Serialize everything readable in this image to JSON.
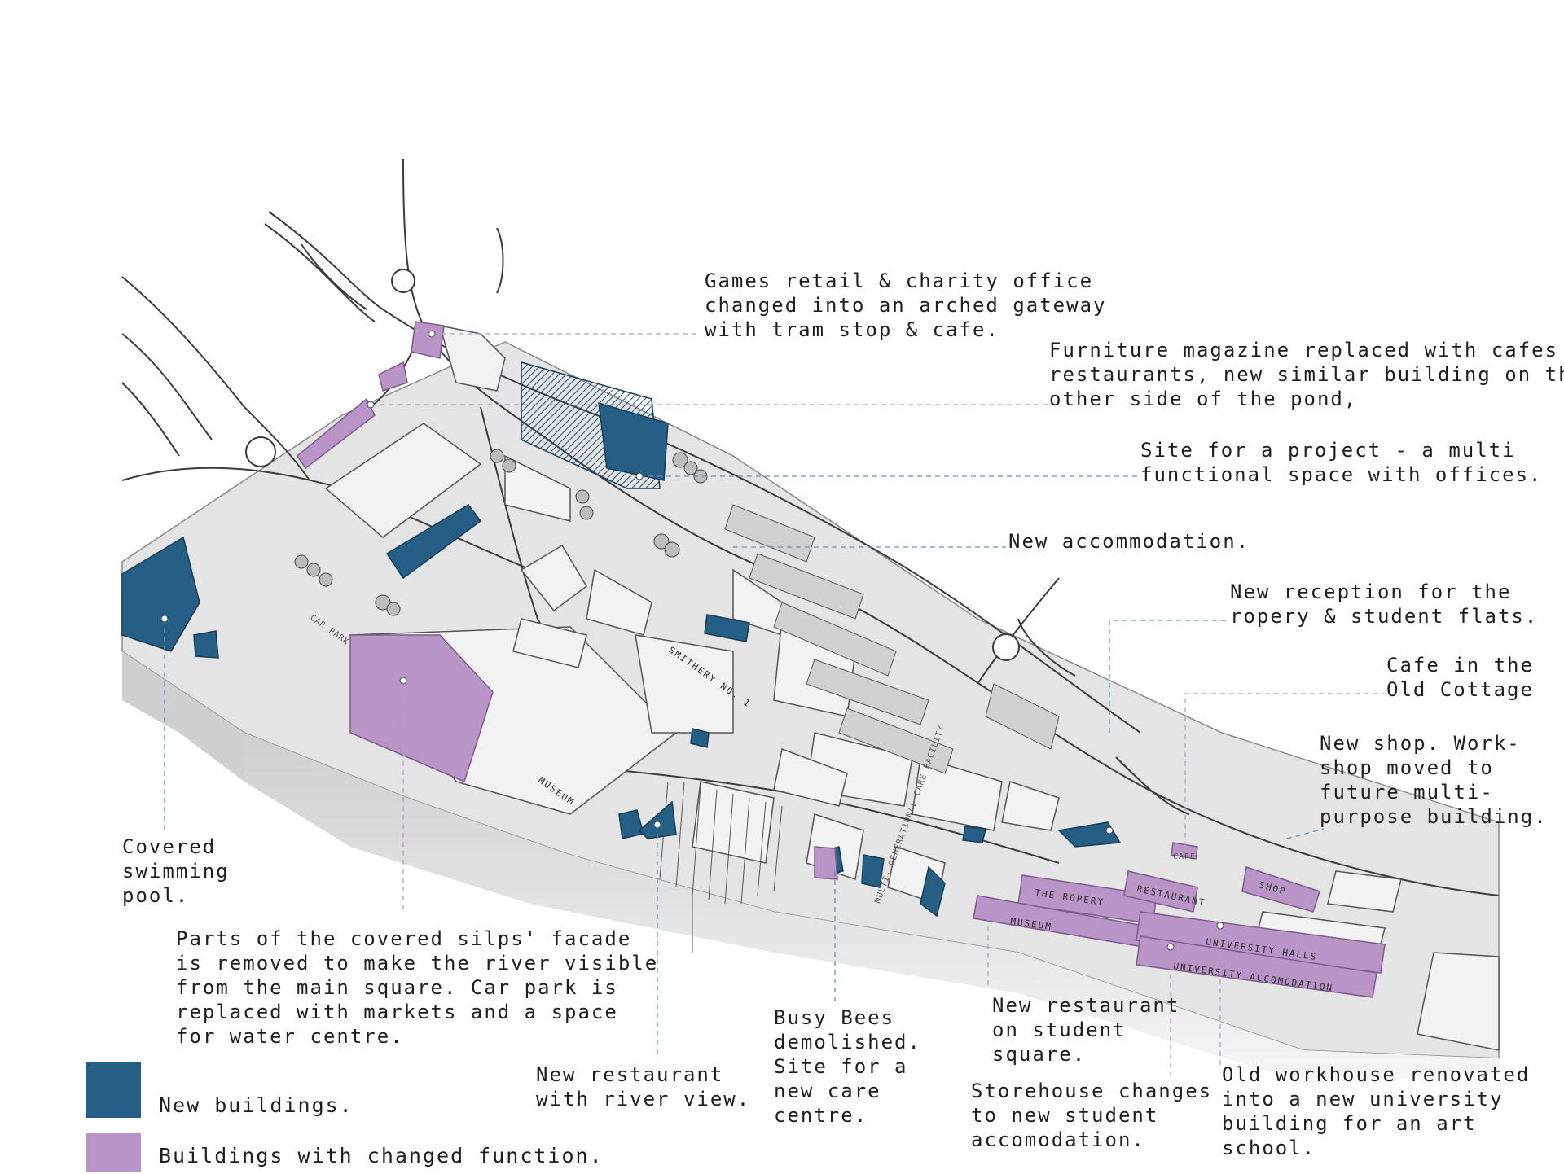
{
  "colors": {
    "new_building": "#255f86",
    "changed_function": "#b994c6",
    "leader_blue": "#5f93b8",
    "leader_purple": "#b99ac8",
    "linework": "#3c3c3c",
    "ground": "#d9d9d9"
  },
  "annotations": [
    {
      "id": "games-retail",
      "lines": [
        "Games retail & charity office",
        "changed into an arched gateway",
        "with tram stop & cafe."
      ]
    },
    {
      "id": "furniture-magazine",
      "lines": [
        "Furniture magazine replaced with cafes &",
        "restaurants, new similar building on the",
        "other side of the pond,"
      ]
    },
    {
      "id": "project-site",
      "lines": [
        "Site for a project - a multi",
        "functional space with offices."
      ]
    },
    {
      "id": "new-accommodation",
      "lines": [
        "New accommodation."
      ]
    },
    {
      "id": "new-reception",
      "lines": [
        "New reception for the",
        "ropery & student flats."
      ]
    },
    {
      "id": "cafe-old-cottage",
      "lines": [
        "Cafe in the",
        "Old Cottage"
      ]
    },
    {
      "id": "new-shop",
      "lines": [
        "New shop. Work-",
        "shop moved to",
        "future multi-",
        "purpose building."
      ]
    },
    {
      "id": "swimming-pool",
      "lines": [
        "Covered",
        "swimming",
        "pool."
      ]
    },
    {
      "id": "covered-slips",
      "lines": [
        "Parts of the covered silps' facade",
        "is removed to make the river visible",
        "from the main square. Car park is",
        "replaced with markets and a space",
        "for water centre."
      ]
    },
    {
      "id": "restaurant-river",
      "lines": [
        "New restaurant",
        "with river view."
      ]
    },
    {
      "id": "busy-bees",
      "lines": [
        "Busy Bees",
        "demolished.",
        "Site for a",
        "new care",
        "centre."
      ]
    },
    {
      "id": "restaurant-student",
      "lines": [
        "New restaurant",
        "on student",
        "square."
      ]
    },
    {
      "id": "storehouse",
      "lines": [
        "Storehouse changes",
        "to new student",
        "accomodation."
      ]
    },
    {
      "id": "old-workhouse",
      "lines": [
        "Old workhouse renovated",
        "into a new university",
        "building for an art",
        "school."
      ]
    }
  ],
  "legend": [
    {
      "label": "New buildings.",
      "color": "#255f86"
    },
    {
      "label": "Buildings with changed function.",
      "color": "#b994c6"
    }
  ],
  "map_labels": {
    "museum_large": "MUSEUM",
    "smithery": "SMITHERY NO. 1",
    "the_ropery": "THE ROPERY",
    "restaurant": "RESTAURANT",
    "shop": "SHOP",
    "museum_small": "MUSEUM",
    "university_halls": "UNIVERSITY HALLS",
    "university_accommodation": "UNIVERSITY ACCOMODATION",
    "care_facility": "MULTI- GENERATIONAL CARE FACILITY",
    "car_park": "CAR PARK",
    "cafe": "CAFE"
  }
}
